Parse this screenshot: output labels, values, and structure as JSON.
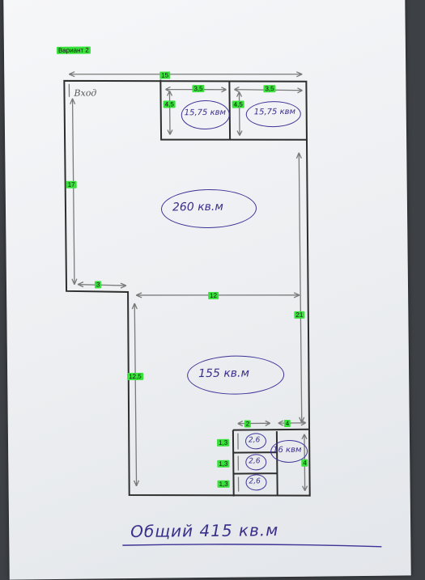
{
  "variant_label": "Вариант 2",
  "entrance_label": "Вход",
  "dimensions": {
    "top_width": "15",
    "room_a_width": "3,5",
    "room_b_width": "3,5",
    "room_a_height": "4,5",
    "room_b_height": "4,5",
    "left_height": "17",
    "step_width": "3",
    "middle_width": "12",
    "right_height": "21",
    "lower_left_height": "12,5",
    "small_room_width": "2",
    "corner_room_width": "4",
    "small_room_1_height": "1,3",
    "small_room_2_height": "1,3",
    "small_room_3_height": "1,3",
    "corner_room_height": "4"
  },
  "areas": {
    "room_a": "15,75 квм",
    "room_b": "15,75 квм",
    "upper_hall": "260 кв.м",
    "lower_hall": "155 кв.м",
    "corner_room": "16 квм",
    "small_room_1": "2,6",
    "small_room_2": "2,6",
    "small_room_3": "2,6"
  },
  "total_label": "Общий 415 кв.м"
}
